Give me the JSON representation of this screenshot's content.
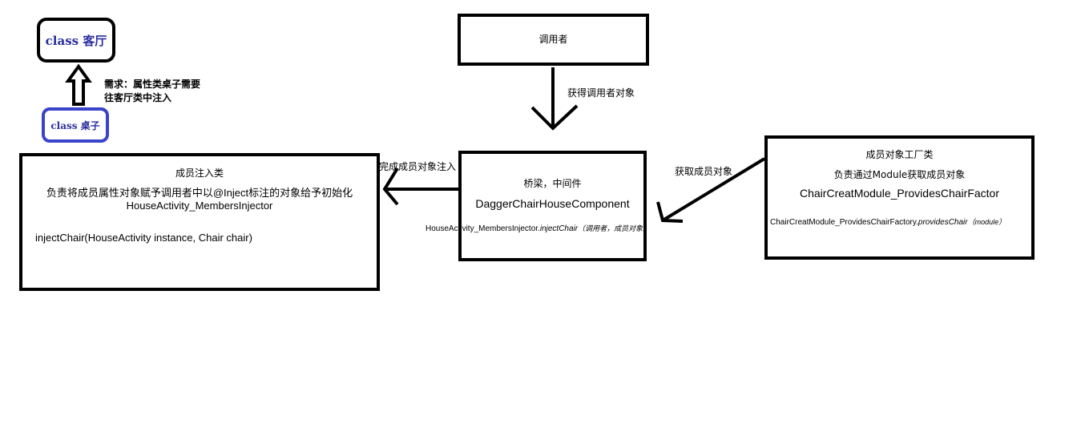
{
  "living_room": {
    "label": "class 客厅"
  },
  "table": {
    "label": "class 桌子"
  },
  "requirement_note": {
    "line1": "需求：属性类桌子需要",
    "line2": "往客厅类中注入"
  },
  "caller": {
    "title": "调用者"
  },
  "get_caller_label": "获得调用者对象",
  "injector": {
    "title": "成员注入类",
    "description": "负责将成员属性对象赋予调用者中以@Inject标注的对象给予初始化",
    "class_name": "HouseActivity_MembersInjector",
    "method": "injectChair(HouseActivity instance, Chair chair)"
  },
  "complete_injection_label": "完成成员对象注入",
  "bridge": {
    "title": "桥梁，中间件",
    "class_name": "DaggerChairHouseComponent",
    "call_prefix": "HouseActivity_MembersInjector.",
    "call_method": "injectChair",
    "call_args": "（调用者，成员对象）"
  },
  "get_member_label": "获取成员对象",
  "factory": {
    "title": "成员对象工厂类",
    "description": "负责通过Module获取成员对象",
    "class_name": "ChairCreatModule_ProvidesChairFactor",
    "call_prefix": "ChairCreatModule_ProvidesChairFactory.",
    "call_method": "providesChair",
    "call_args": "（module）"
  },
  "colors": {
    "line": "#000000",
    "class_text": "#2b2f9e",
    "table_border": "#3a44c8"
  }
}
